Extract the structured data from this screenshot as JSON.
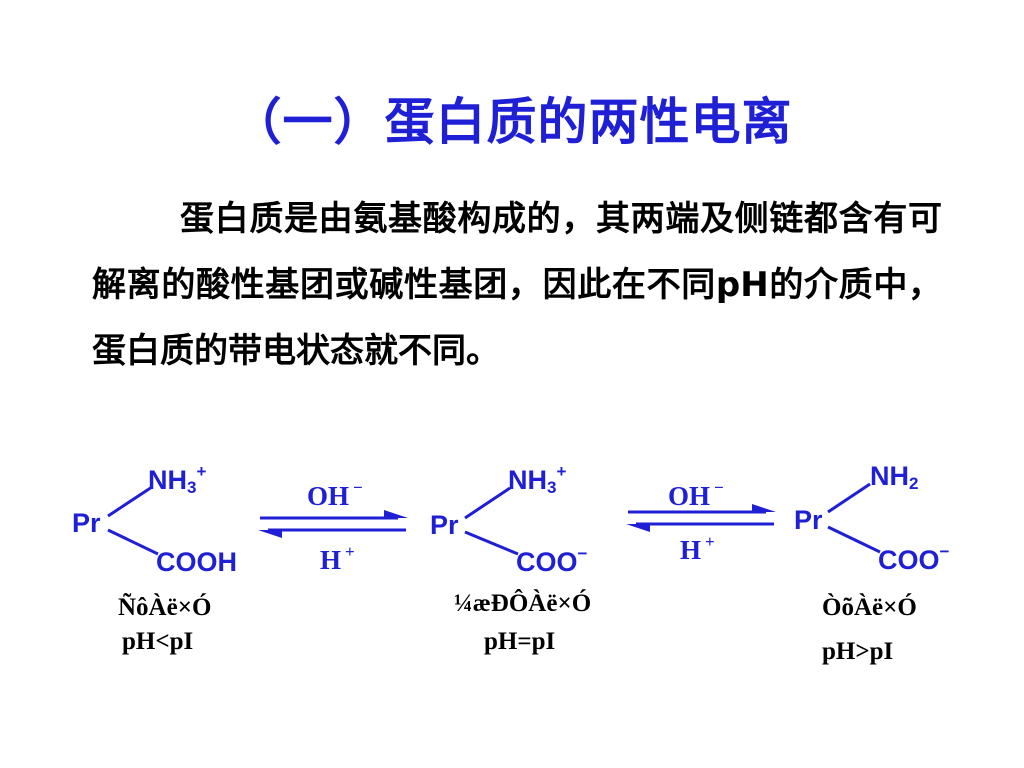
{
  "title": "（一）蛋白质的两性电离",
  "paragraph": "蛋白质是由氨基酸构成的，其两端及侧链都含有可解离的酸性基团或碱性基团，因此在不同pH的介质中，蛋白质的带电状态就不同。",
  "scheme": {
    "species": [
      {
        "r_group": "Pr",
        "top_group": "NH",
        "top_sub": "3",
        "top_charge": "+",
        "bottom_group": "COOH",
        "bottom_charge": "",
        "caption_ion": "ÑôÀë×Ó",
        "caption_ph": "pH<pI"
      },
      {
        "r_group": "Pr",
        "top_group": "NH",
        "top_sub": "3",
        "top_charge": "+",
        "bottom_group": "COO",
        "bottom_charge": "−",
        "caption_ion": "¼æÐÔÀë×Ó",
        "caption_ph": "pH=pI"
      },
      {
        "r_group": "Pr",
        "top_group": "NH",
        "top_sub": "2",
        "top_charge": "",
        "bottom_group": "COO",
        "bottom_charge": "−",
        "caption_ion": "ÒõÀë×Ó",
        "caption_ph": "pH>pI"
      }
    ],
    "equilibria": [
      {
        "forward": "OH",
        "forward_charge": "−",
        "reverse": "H",
        "reverse_charge": "+"
      },
      {
        "forward": "OH",
        "forward_charge": "−",
        "reverse": "H",
        "reverse_charge": "+"
      }
    ]
  },
  "colors": {
    "accent": "#1f1fd6",
    "text": "#000000",
    "background": "#ffffff"
  }
}
